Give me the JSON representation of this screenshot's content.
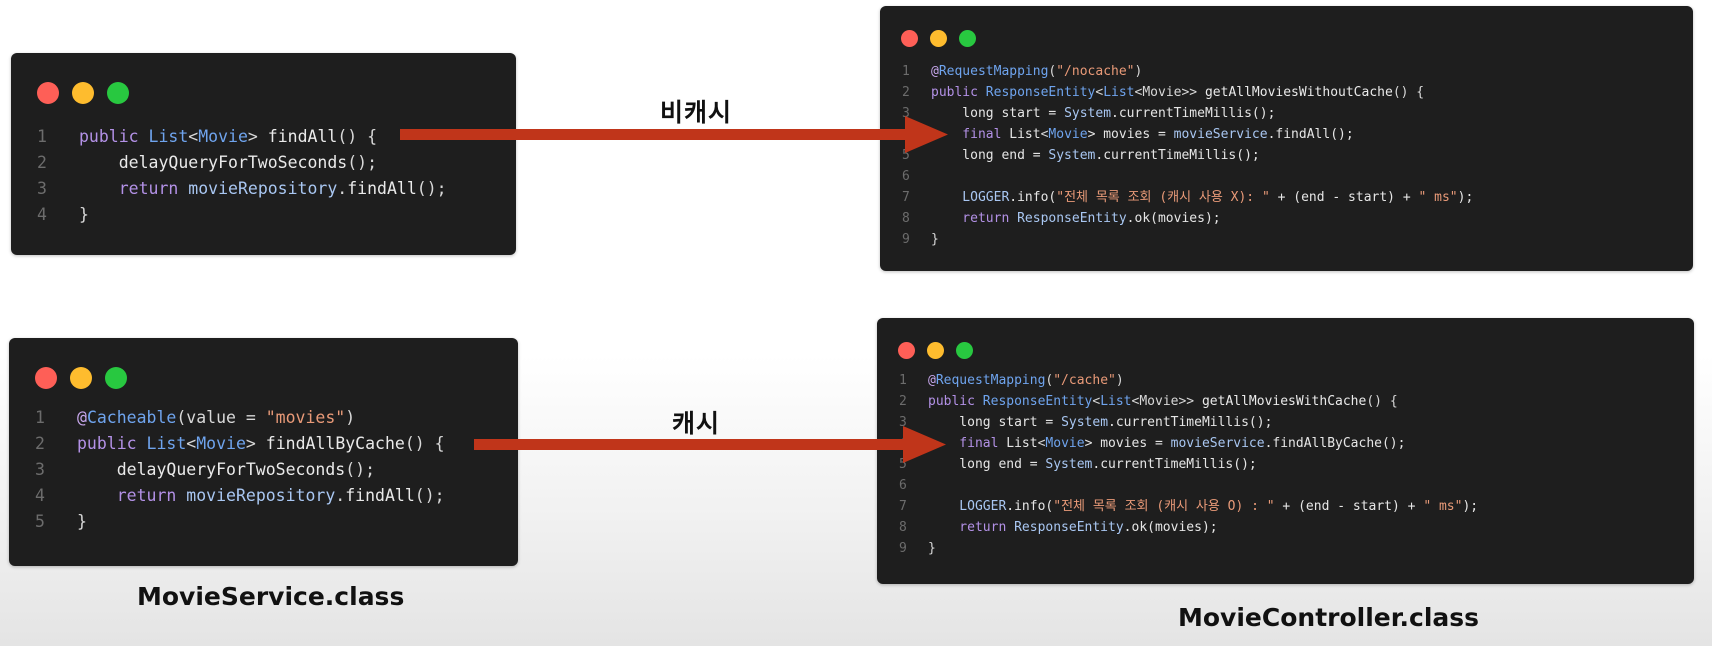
{
  "colors": {
    "window_bg": "#1e1e1e",
    "arrow": "#c0351a",
    "dot_red": "#fe5f57",
    "dot_yellow": "#febc2e",
    "dot_green": "#28c840"
  },
  "windows": {
    "top_left": {
      "lines": [
        {
          "n": "1",
          "tokens": [
            {
              "t": "public ",
              "c": "kw"
            },
            {
              "t": "List",
              "c": "type"
            },
            {
              "t": "<",
              "c": "pun"
            },
            {
              "t": "Movie",
              "c": "type"
            },
            {
              "t": "> ",
              "c": "pun"
            },
            {
              "t": "findAll",
              "c": "fn"
            },
            {
              "t": "() {",
              "c": "pun"
            }
          ]
        },
        {
          "n": "2",
          "tokens": [
            {
              "t": "    delayQueryForTwoSeconds",
              "c": "fn"
            },
            {
              "t": "();",
              "c": "pun"
            }
          ]
        },
        {
          "n": "3",
          "tokens": [
            {
              "t": "    return ",
              "c": "kw"
            },
            {
              "t": "movieRepository",
              "c": "var"
            },
            {
              "t": ".",
              "c": "pun"
            },
            {
              "t": "findAll",
              "c": "fn"
            },
            {
              "t": "();",
              "c": "pun"
            }
          ]
        },
        {
          "n": "4",
          "tokens": [
            {
              "t": "}",
              "c": "pun"
            }
          ]
        }
      ]
    },
    "bottom_left": {
      "lines": [
        {
          "n": "1",
          "tokens": [
            {
              "t": "@",
              "c": "ann"
            },
            {
              "t": "Cacheable",
              "c": "type"
            },
            {
              "t": "(value = ",
              "c": "pun"
            },
            {
              "t": "\"movies\"",
              "c": "str"
            },
            {
              "t": ")",
              "c": "pun"
            }
          ]
        },
        {
          "n": "2",
          "tokens": [
            {
              "t": "public ",
              "c": "kw"
            },
            {
              "t": "List",
              "c": "type"
            },
            {
              "t": "<",
              "c": "pun"
            },
            {
              "t": "Movie",
              "c": "type"
            },
            {
              "t": "> ",
              "c": "pun"
            },
            {
              "t": "findAllByCache",
              "c": "fn"
            },
            {
              "t": "() {",
              "c": "pun"
            }
          ]
        },
        {
          "n": "3",
          "tokens": [
            {
              "t": "    delayQueryForTwoSeconds",
              "c": "fn"
            },
            {
              "t": "();",
              "c": "pun"
            }
          ]
        },
        {
          "n": "4",
          "tokens": [
            {
              "t": "    return ",
              "c": "kw"
            },
            {
              "t": "movieRepository",
              "c": "var"
            },
            {
              "t": ".",
              "c": "pun"
            },
            {
              "t": "findAll",
              "c": "fn"
            },
            {
              "t": "();",
              "c": "pun"
            }
          ]
        },
        {
          "n": "5",
          "tokens": [
            {
              "t": "}",
              "c": "pun"
            }
          ]
        }
      ]
    },
    "top_right": {
      "lines": [
        {
          "n": "1",
          "tokens": [
            {
              "t": "@",
              "c": "ann"
            },
            {
              "t": "RequestMapping",
              "c": "type"
            },
            {
              "t": "(",
              "c": "pun"
            },
            {
              "t": "\"/nocache\"",
              "c": "str"
            },
            {
              "t": ")",
              "c": "pun"
            }
          ]
        },
        {
          "n": "2",
          "tokens": [
            {
              "t": "public ",
              "c": "kw"
            },
            {
              "t": "ResponseEntity",
              "c": "type"
            },
            {
              "t": "<",
              "c": "pun"
            },
            {
              "t": "List",
              "c": "type"
            },
            {
              "t": "<Movie>> ",
              "c": "pun"
            },
            {
              "t": "getAllMoviesWithoutCache",
              "c": "fn"
            },
            {
              "t": "() {",
              "c": "pun"
            }
          ]
        },
        {
          "n": "3",
          "tokens": [
            {
              "t": "    long start = ",
              "c": "plain"
            },
            {
              "t": "System",
              "c": "var"
            },
            {
              "t": ".currentTimeMillis();",
              "c": "plain"
            }
          ]
        },
        {
          "n": "4",
          "tokens": [
            {
              "t": "    final ",
              "c": "kw"
            },
            {
              "t": "List",
              "c": "plain"
            },
            {
              "t": "<",
              "c": "pun"
            },
            {
              "t": "Movie",
              "c": "type"
            },
            {
              "t": "> movies = ",
              "c": "plain"
            },
            {
              "t": "movieService",
              "c": "var"
            },
            {
              "t": ".findAll();",
              "c": "plain"
            }
          ]
        },
        {
          "n": "5",
          "tokens": [
            {
              "t": "    long end = ",
              "c": "plain"
            },
            {
              "t": "System",
              "c": "var"
            },
            {
              "t": ".currentTimeMillis();",
              "c": "plain"
            }
          ]
        },
        {
          "n": "6",
          "tokens": [
            {
              "t": "",
              "c": "plain"
            }
          ]
        },
        {
          "n": "7",
          "tokens": [
            {
              "t": "    LOGGER",
              "c": "var"
            },
            {
              "t": ".info(",
              "c": "plain"
            },
            {
              "t": "\"전체 목록 조회 (캐시 사용 X): \"",
              "c": "str"
            },
            {
              "t": " + (end - start) + ",
              "c": "plain"
            },
            {
              "t": "\" ms\"",
              "c": "str"
            },
            {
              "t": ");",
              "c": "plain"
            }
          ]
        },
        {
          "n": "8",
          "tokens": [
            {
              "t": "    return ",
              "c": "kw"
            },
            {
              "t": "ResponseEntity",
              "c": "var"
            },
            {
              "t": ".ok(movies);",
              "c": "plain"
            }
          ]
        },
        {
          "n": "9",
          "tokens": [
            {
              "t": "}",
              "c": "pun"
            }
          ]
        }
      ]
    },
    "bottom_right": {
      "lines": [
        {
          "n": "1",
          "tokens": [
            {
              "t": "@",
              "c": "ann"
            },
            {
              "t": "RequestMapping",
              "c": "type"
            },
            {
              "t": "(",
              "c": "pun"
            },
            {
              "t": "\"/cache\"",
              "c": "str"
            },
            {
              "t": ")",
              "c": "pun"
            }
          ]
        },
        {
          "n": "2",
          "tokens": [
            {
              "t": "public ",
              "c": "kw"
            },
            {
              "t": "ResponseEntity",
              "c": "type"
            },
            {
              "t": "<",
              "c": "pun"
            },
            {
              "t": "List",
              "c": "type"
            },
            {
              "t": "<Movie>> ",
              "c": "pun"
            },
            {
              "t": "getAllMoviesWithCache",
              "c": "fn"
            },
            {
              "t": "() {",
              "c": "pun"
            }
          ]
        },
        {
          "n": "3",
          "tokens": [
            {
              "t": "    long start = ",
              "c": "plain"
            },
            {
              "t": "System",
              "c": "var"
            },
            {
              "t": ".currentTimeMillis();",
              "c": "plain"
            }
          ]
        },
        {
          "n": "4",
          "tokens": [
            {
              "t": "    final ",
              "c": "kw"
            },
            {
              "t": "List",
              "c": "plain"
            },
            {
              "t": "<",
              "c": "pun"
            },
            {
              "t": "Movie",
              "c": "type"
            },
            {
              "t": "> movies = ",
              "c": "plain"
            },
            {
              "t": "movieService",
              "c": "var"
            },
            {
              "t": ".findAllByCache();",
              "c": "plain"
            }
          ]
        },
        {
          "n": "5",
          "tokens": [
            {
              "t": "    long end = ",
              "c": "plain"
            },
            {
              "t": "System",
              "c": "var"
            },
            {
              "t": ".currentTimeMillis();",
              "c": "plain"
            }
          ]
        },
        {
          "n": "6",
          "tokens": [
            {
              "t": "",
              "c": "plain"
            }
          ]
        },
        {
          "n": "7",
          "tokens": [
            {
              "t": "    LOGGER",
              "c": "var"
            },
            {
              "t": ".info(",
              "c": "plain"
            },
            {
              "t": "\"전체 목록 조회 (캐시 사용 O) : \"",
              "c": "str"
            },
            {
              "t": " + (end - start) + ",
              "c": "plain"
            },
            {
              "t": "\" ms\"",
              "c": "str"
            },
            {
              "t": ");",
              "c": "plain"
            }
          ]
        },
        {
          "n": "8",
          "tokens": [
            {
              "t": "    return ",
              "c": "kw"
            },
            {
              "t": "ResponseEntity",
              "c": "var"
            },
            {
              "t": ".ok(movies);",
              "c": "plain"
            }
          ]
        },
        {
          "n": "9",
          "tokens": [
            {
              "t": "}",
              "c": "pun"
            }
          ]
        }
      ]
    }
  },
  "arrows": {
    "top_label": "비캐시",
    "bottom_label": "캐시"
  },
  "captions": {
    "left": "MovieService.class",
    "right": "MovieController.class"
  }
}
